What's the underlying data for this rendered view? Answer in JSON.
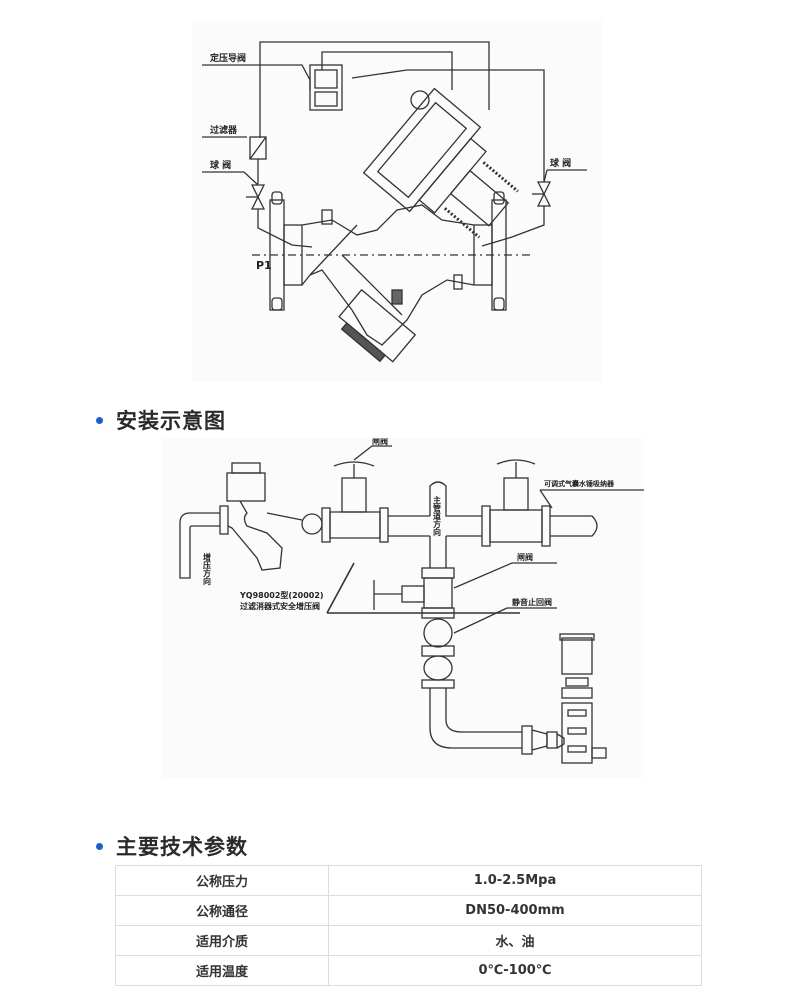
{
  "diagram_top": {
    "labels": {
      "pilot_valve": "定压导阀",
      "filter": "过滤器",
      "ball_valve_left": "球  阀",
      "ball_valve_right": "球  阀",
      "p1": "P1"
    }
  },
  "section_install": {
    "title": "安装示意图",
    "bullet_color": "#1a5fc8"
  },
  "diagram_install": {
    "labels": {
      "gate_valve_top": "闸阀",
      "main_pipe_direction": "主管道方向",
      "water_hammer_absorber": "可调式气囊水锤吸纳器",
      "boost_direction": "增压方向",
      "model": "YQ98002型(20002)",
      "model_name": "过滤消器式安全增压阀",
      "gate_valve_mid": "闸阀",
      "check_valve": "静音止回阀"
    }
  },
  "section_params": {
    "title": "主要技术参数",
    "rows": [
      {
        "label": "公称压力",
        "value": "1.0-2.5Mpa"
      },
      {
        "label": "公称通径",
        "value": "DN50-400mm"
      },
      {
        "label": "适用介质",
        "value": "水、油"
      },
      {
        "label": "适用温度",
        "value": "0℃-100℃"
      }
    ]
  }
}
